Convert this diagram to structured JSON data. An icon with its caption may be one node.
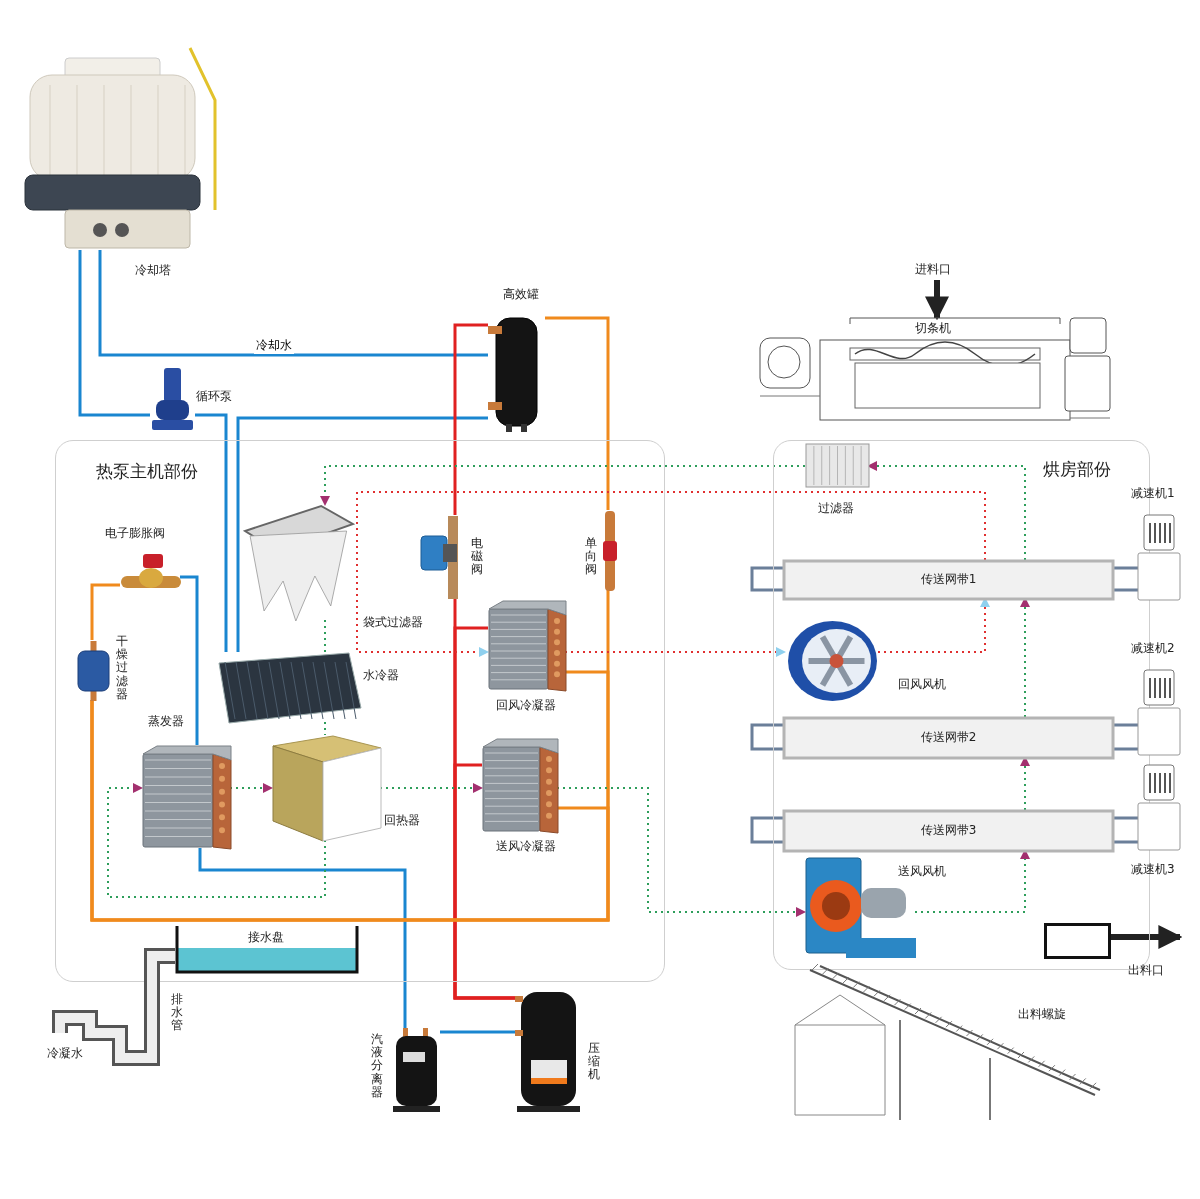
{
  "diagram": {
    "nodes": [
      {
        "text": [
          "冷却塔"
        ]
      },
      {
        "text": [
          "循环泵"
        ]
      },
      {
        "text": [
          "高效罐"
        ]
      },
      {
        "text": [
          "热泵主机部份"
        ]
      },
      {
        "text": [
          "电子膨胀阀"
        ],
        "in": 3
      },
      {
        "text": [
          "干燥过滤器"
        ],
        "in": 3
      },
      {
        "text": [
          "袋式过滤器"
        ],
        "in": 3
      },
      {
        "text": [
          "电磁阀"
        ],
        "in": 3
      },
      {
        "text": [
          "单向阀"
        ],
        "in": 3
      },
      {
        "text": [
          "水冷器"
        ],
        "in": 3
      },
      {
        "text": [
          "回风冷凝器"
        ],
        "in": 3
      },
      {
        "text": [
          "蒸发器"
        ],
        "in": 3
      },
      {
        "text": [
          "回热器"
        ],
        "in": 3
      },
      {
        "text": [
          "送风冷凝器"
        ],
        "in": 3
      },
      {
        "text": [
          "接水盘"
        ],
        "in": 3
      },
      {
        "text": [
          "排水管"
        ]
      },
      {
        "text": [
          "汽液分离器"
        ]
      },
      {
        "text": [
          "压缩机"
        ]
      },
      {
        "text": [
          "进料口"
        ]
      },
      {
        "text": [
          "切条机"
        ]
      },
      {
        "text": [
          "烘房部份"
        ]
      },
      {
        "text": [
          "过滤器"
        ],
        "in": 20
      },
      {
        "text": [
          "传送网带1"
        ],
        "in": 20
      },
      {
        "text": [
          "回风风机"
        ],
        "in": 20
      },
      {
        "text": [
          "传送网带2"
        ],
        "in": 20
      },
      {
        "text": [
          "传送网带3"
        ],
        "in": 20
      },
      {
        "text": [
          "送风风机"
        ],
        "in": 20
      },
      {
        "text": [],
        "shape": "box",
        "in": 20
      },
      {
        "text": [
          "减速机1"
        ]
      },
      {
        "text": [
          "减速机2"
        ]
      },
      {
        "text": [
          "减速机3"
        ]
      },
      {
        "text": [
          "出料螺旋"
        ]
      }
    ],
    "edges": [
      {
        "from": 0,
        "to": 2,
        "arrow": "none",
        "color": "#1a86d0",
        "label": "冷却水"
      },
      {
        "from": 0,
        "to": 1,
        "arrow": "none",
        "color": "#1a86d0"
      },
      {
        "from": 1,
        "to": 9,
        "arrow": "none",
        "color": "#1a86d0"
      },
      {
        "from": 2,
        "to": 9,
        "arrow": "none",
        "color": "#1a86d0"
      },
      {
        "from": 4,
        "to": 11,
        "arrow": "none",
        "color": "#1a86d0"
      },
      {
        "from": 11,
        "to": 16,
        "arrow": "none",
        "color": "#1a86d0"
      },
      {
        "from": 16,
        "to": 17,
        "arrow": "none",
        "color": "#1a86d0"
      },
      {
        "from": 17,
        "to": 7,
        "arrow": "none",
        "color": "#e02020"
      },
      {
        "from": 7,
        "to": 2,
        "arrow": "none",
        "color": "#e02020"
      },
      {
        "from": 17,
        "to": 10,
        "arrow": "none",
        "color": "#e02020"
      },
      {
        "from": 17,
        "to": 13,
        "arrow": "none",
        "color": "#e02020"
      },
      {
        "from": 2,
        "to": 8,
        "arrow": "none",
        "color": "#f08a1c"
      },
      {
        "from": 8,
        "to": 5,
        "arrow": "none",
        "color": "#f08a1c"
      },
      {
        "from": 10,
        "to": 5,
        "arrow": "none",
        "color": "#f08a1c"
      },
      {
        "from": 13,
        "to": 5,
        "arrow": "none",
        "color": "#f08a1c"
      },
      {
        "from": 5,
        "to": 4,
        "arrow": "none",
        "color": "#f08a1c"
      },
      {
        "from": 26,
        "to": 25,
        "arrow": "to",
        "style": "dashed"
      },
      {
        "from": 25,
        "to": 24,
        "arrow": "to",
        "style": "dashed"
      },
      {
        "from": 24,
        "to": 22,
        "arrow": "to",
        "style": "dashed"
      },
      {
        "from": 22,
        "to": 21,
        "arrow": "to",
        "style": "dashed"
      },
      {
        "from": 21,
        "to": 6,
        "arrow": "to",
        "style": "dashed"
      },
      {
        "from": 6,
        "to": 9,
        "arrow": "none",
        "style": "dashed"
      },
      {
        "from": 9,
        "to": 12,
        "arrow": "none",
        "style": "dashed"
      },
      {
        "from": 11,
        "to": 12,
        "arrow": "to",
        "style": "dashed"
      },
      {
        "from": 12,
        "to": 13,
        "arrow": "to",
        "style": "dashed"
      },
      {
        "from": 12,
        "to": 11,
        "arrow": "to",
        "style": "dashed"
      },
      {
        "from": 13,
        "to": 26,
        "arrow": "to",
        "style": "dashed"
      },
      {
        "from": 10,
        "to": 23,
        "arrow": "to",
        "style": "dashed",
        "color": "#e03030"
      },
      {
        "from": 23,
        "to": 22,
        "arrow": "to",
        "style": "dashed",
        "color": "#e03030"
      },
      {
        "from": 22,
        "to": 10,
        "arrow": "to",
        "style": "dashed",
        "color": "#e03030"
      },
      {
        "from": 18,
        "to": 19,
        "arrow": "to",
        "style": "thick",
        "color": "#222222"
      },
      {
        "from": 27,
        "to": null,
        "arrow": "to",
        "style": "thick",
        "color": "#222222"
      },
      {
        "from": 22,
        "to": 28,
        "arrow": "none",
        "color": "#6b7f99"
      },
      {
        "from": 24,
        "to": 29,
        "arrow": "none",
        "color": "#6b7f99"
      },
      {
        "from": 25,
        "to": 30,
        "arrow": "none",
        "color": "#6b7f99"
      }
    ],
    "labels": [
      "出料口",
      "冷凝水"
    ]
  }
}
